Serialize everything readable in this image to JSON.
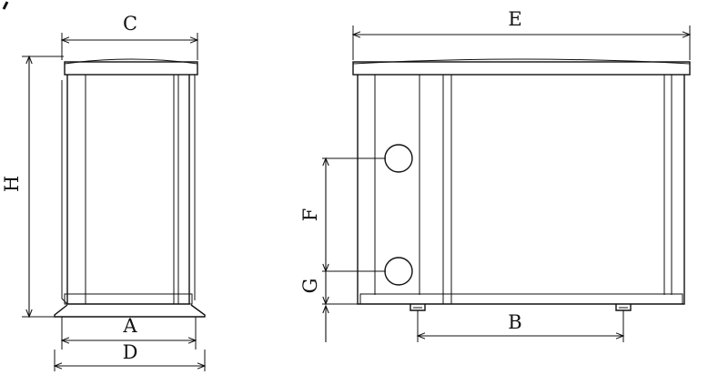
{
  "labels": {
    "A": "A",
    "B": "B",
    "C": "C",
    "D": "D",
    "E": "E",
    "F": "F",
    "G": "G",
    "H": "H"
  }
}
